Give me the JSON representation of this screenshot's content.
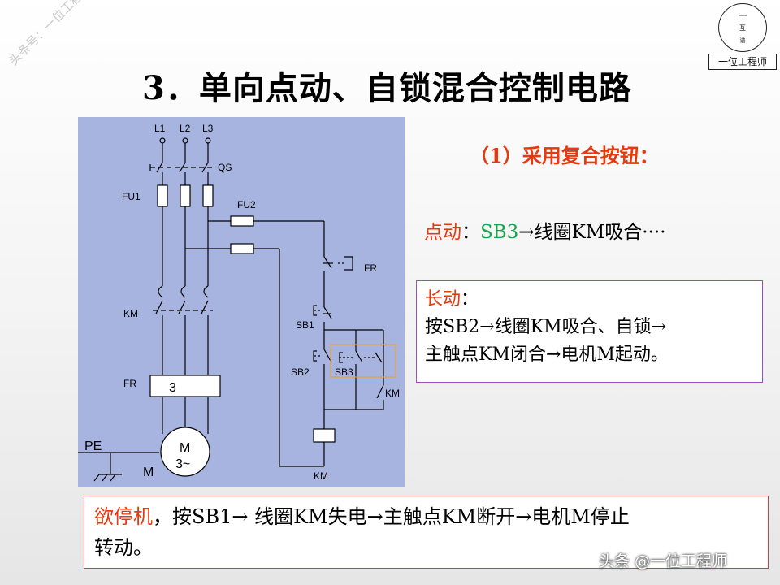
{
  "watermark_diag": "头条号：一位工程师",
  "logo": {
    "glyph_top": "一",
    "glyph_mid": "互",
    "glyph_bot": "谱",
    "label": "一位工程师"
  },
  "title": "3．单向点动、自锁混合控制电路",
  "subtitle": "（1）采用复合按钮：",
  "jog": {
    "label": "点动",
    "colon": "：",
    "sb": "SB3",
    "rest": "→线圈KM吸合····"
  },
  "long_run": {
    "label": "长动",
    "colon": "：",
    "line1": "按SB2→线圈KM吸合、自锁→",
    "line2": "主触点KM闭合→电机M起动。"
  },
  "stop": {
    "label": "欲停机",
    "line1_rest": "，按SB1→ 线圈KM失电→主触点KM断开→电机M停止",
    "line2": "转动。"
  },
  "watermark_bottom": "头条 @一位工程师",
  "circuit": {
    "phase_labels": [
      "L1",
      "L2",
      "L3"
    ],
    "qs": "QS",
    "fu1": "FU1",
    "fu2": "FU2",
    "fr_top": "FR",
    "km_main": "KM",
    "fr_main": "FR",
    "fr_element": "3",
    "pe": "PE",
    "motor_label": "M",
    "motor_m": "M",
    "motor_phase": "3~",
    "sb1": "SB1",
    "sb2": "SB2",
    "sb3": "SB3",
    "km_aux": "KM",
    "km_coil": "KM"
  }
}
